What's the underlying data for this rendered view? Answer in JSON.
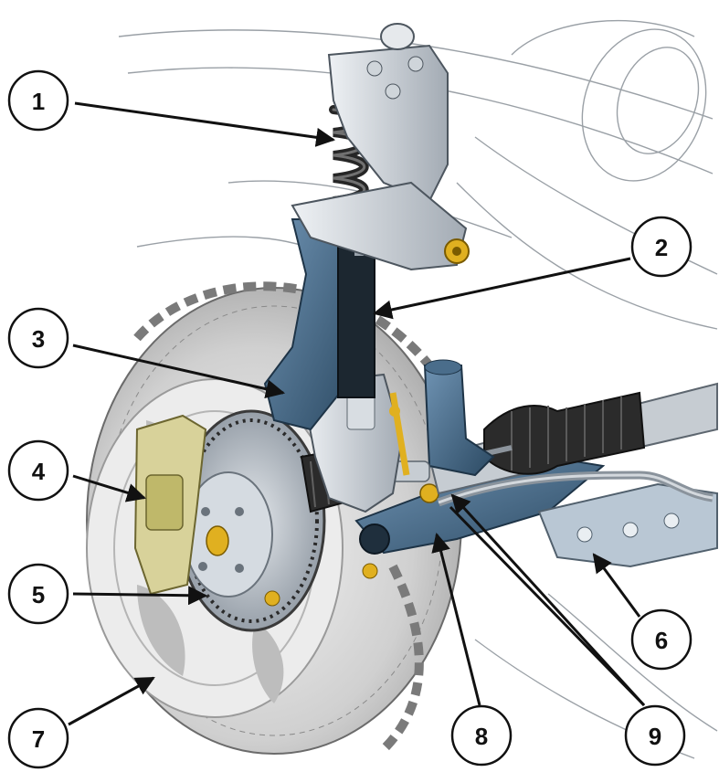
{
  "labels": [
    {
      "id": "1",
      "text": "1"
    },
    {
      "id": "2",
      "text": "2"
    },
    {
      "id": "3",
      "text": "3"
    },
    {
      "id": "4",
      "text": "4"
    },
    {
      "id": "5",
      "text": "5"
    },
    {
      "id": "6",
      "text": "6"
    },
    {
      "id": "7",
      "text": "7"
    },
    {
      "id": "8",
      "text": "8"
    },
    {
      "id": "9",
      "text": "9"
    }
  ],
  "colors": {
    "tire": "#d9d9d9",
    "tire_tread": "#7a7a7a",
    "wheel_rim": "#ececec",
    "strut_blue": "#3a5f7d",
    "steel_grey": "#c9ced4",
    "disc": "#b8bfc7",
    "caliper": "#d8d29a",
    "bolt_gold": "#e0b020",
    "boot_black": "#2b2b2b",
    "line": "#111111"
  }
}
